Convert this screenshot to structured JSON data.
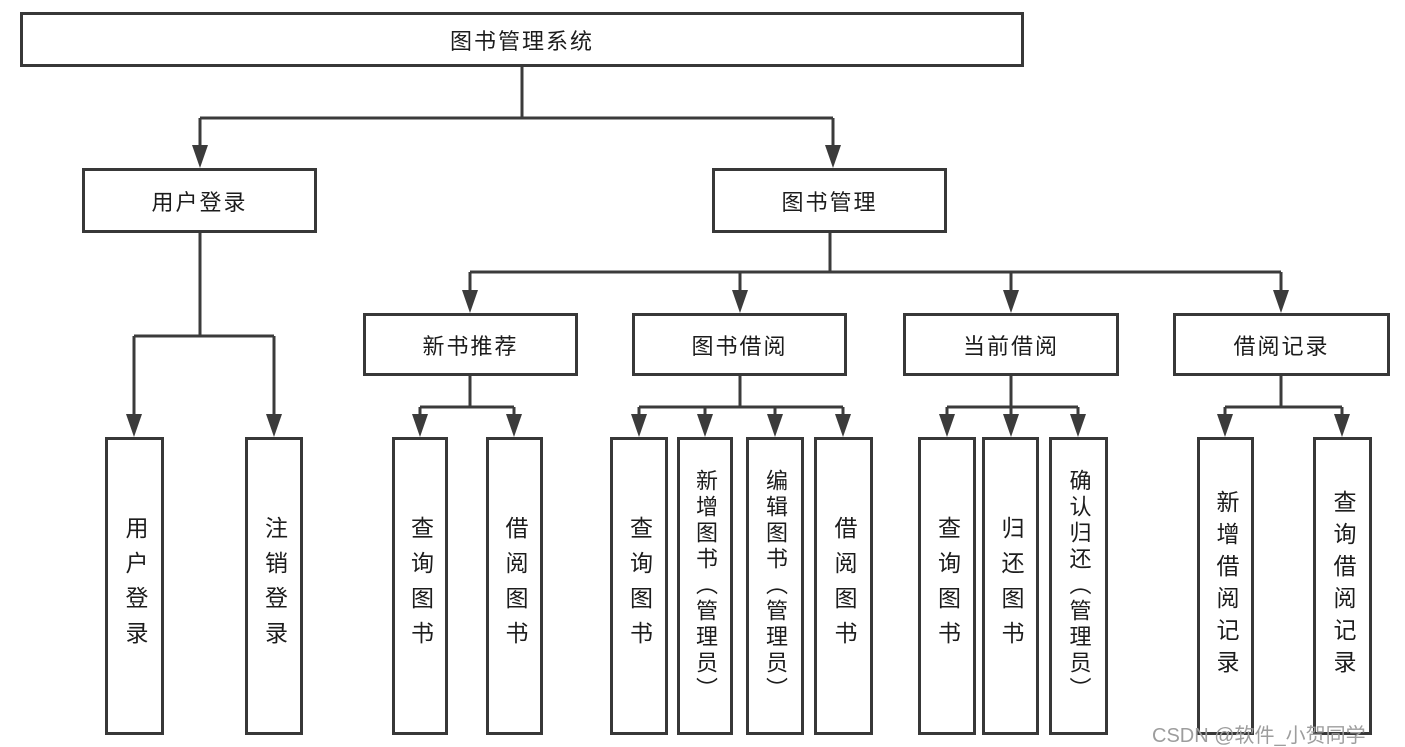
{
  "diagram": {
    "root": {
      "label": "图书管理系统"
    },
    "level2": {
      "user_login": {
        "label": "用户登录"
      },
      "book_mgmt": {
        "label": "图书管理"
      }
    },
    "level3": {
      "new_book_rec": {
        "label": "新书推荐"
      },
      "book_borrow": {
        "label": "图书借阅"
      },
      "current_borrow": {
        "label": "当前借阅"
      },
      "borrow_records": {
        "label": "借阅记录"
      }
    },
    "leaves": {
      "user_login_leaf": {
        "label": "用户登录"
      },
      "logout": {
        "label": "注销登录"
      },
      "rec_query_book": {
        "label": "查询图书"
      },
      "rec_borrow_book": {
        "label": "借阅图书"
      },
      "borrow_query_book": {
        "label": "查询图书"
      },
      "borrow_add_book": {
        "label": "新增图书（管理员）"
      },
      "borrow_edit_book": {
        "label": "编辑图书（管理员）"
      },
      "borrow_borrow_book": {
        "label": "借阅图书"
      },
      "current_query_book": {
        "label": "查询图书"
      },
      "current_return_book": {
        "label": "归还图书"
      },
      "current_confirm_return": {
        "label": "确认归还（管理员）"
      },
      "records_add_record": {
        "label": "新增借阅记录"
      },
      "records_query_record": {
        "label": "查询借阅记录"
      }
    }
  },
  "watermark": "CSDN @软件_小贺同学",
  "colors": {
    "line": "#3b3b3b",
    "border": "#383838",
    "text": "#1c1c1c",
    "watermark": "#9d9d9d"
  }
}
